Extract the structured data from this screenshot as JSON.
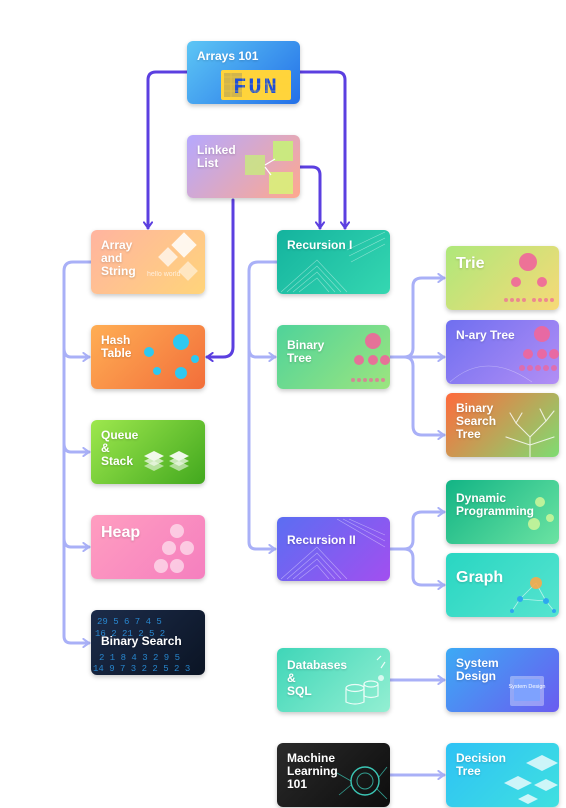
{
  "nodes": {
    "arrays_101": "Arrays 101",
    "arrays_101_badge": "FUN",
    "linked_list": "Linked\nList",
    "array_and_string": "Array\nand\nString",
    "array_and_string_watermark": "hello world",
    "hash_table": "Hash\nTable",
    "queue_stack": "Queue\n   &\n Stack",
    "heap": "Heap",
    "binary_search": "Binary Search",
    "binary_search_digits": [
      "29 5 6 7 4 5",
      "16 2 21 2 5 2",
      "2 1 8 4 3 2 9 5",
      "14 9 7 3 2 2 5 2 3"
    ],
    "recursion_1": "Recursion I",
    "binary_tree": "Binary\nTree",
    "recursion_2": "Recursion II",
    "databases_sql": "Databases\n   &\n  SQL",
    "machine_learning": "Machine\nLearning\n101",
    "trie": "Trie",
    "nary_tree": "N-ary Tree",
    "binary_search_tree": "Binary\nSearch\nTree",
    "dynamic_programming": "Dynamic\nProgramming",
    "graph": "Graph",
    "system_design": "System\nDesign",
    "system_design_badge": "System\nDesign",
    "decision_tree": "Decision\nTree"
  },
  "colors": {
    "primary_edge": "#5b3fe0",
    "secondary_edge": "#a9b0f7"
  }
}
